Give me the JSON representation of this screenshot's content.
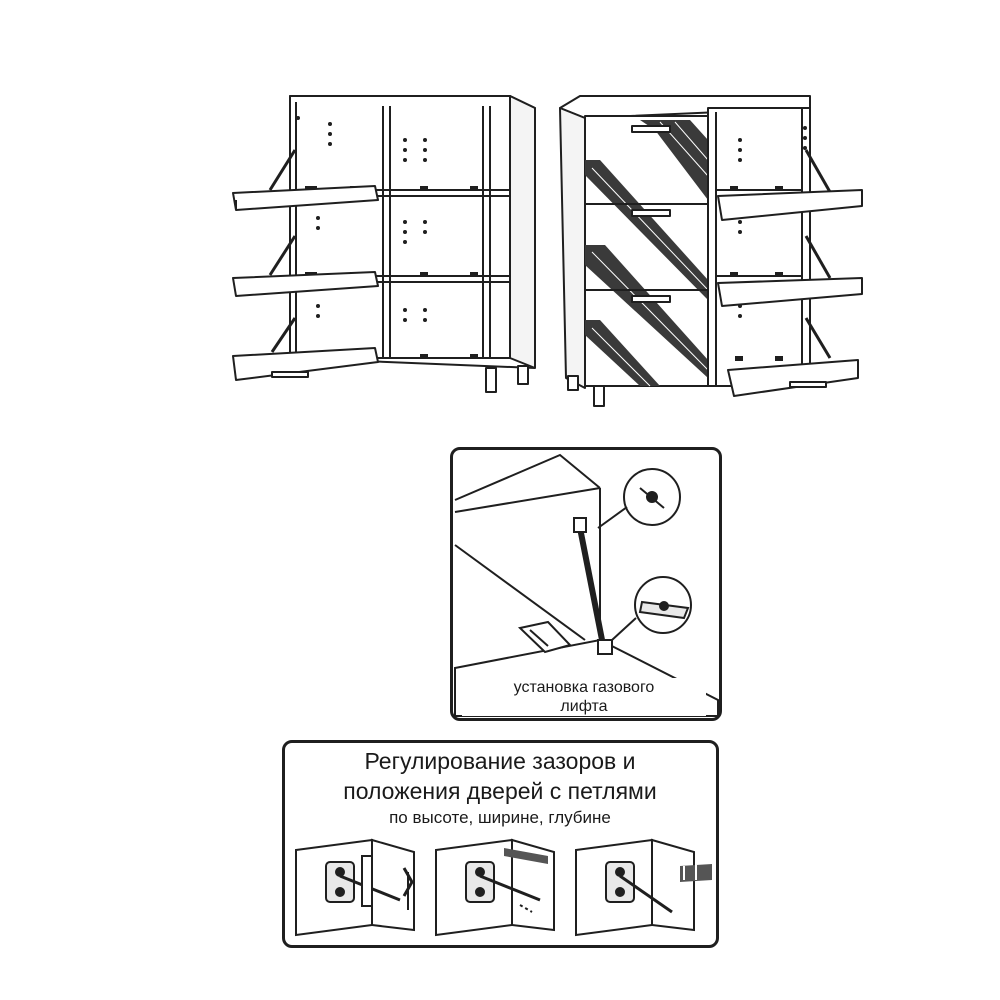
{
  "gas_lift": {
    "caption_line1": "установка газового",
    "caption_line2": "лифта"
  },
  "hinges": {
    "title_line1": "Регулирование зазоров и",
    "title_line2": "положения дверей с петлями",
    "subtitle": "по высоте, ширине, глубине",
    "steps": [
      "height-adjustment",
      "width-adjustment",
      "depth-adjustment"
    ]
  },
  "colors": {
    "line": "#1f1f1f",
    "background": "#ffffff",
    "stripe_fill": "#3a3a3a",
    "light_fill": "#e8e8e8"
  }
}
